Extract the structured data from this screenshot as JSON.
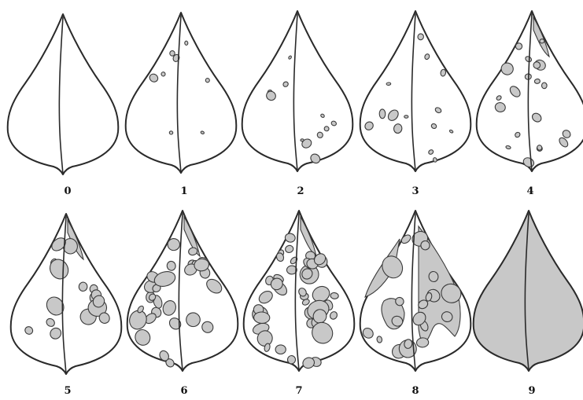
{
  "figure": {
    "panels": [
      {
        "label": "0",
        "severity": 0
      },
      {
        "label": "1",
        "severity": 1
      },
      {
        "label": "2",
        "severity": 2
      },
      {
        "label": "3",
        "severity": 3
      },
      {
        "label": "4",
        "severity": 4
      },
      {
        "label": "5",
        "severity": 5
      },
      {
        "label": "6",
        "severity": 6
      },
      {
        "label": "7",
        "severity": 7
      },
      {
        "label": "8",
        "severity": 8
      },
      {
        "label": "9",
        "severity": 9
      }
    ],
    "colors": {
      "lesion_fill": "#c8c8c8",
      "outline": "#2a2a2a",
      "background": "#ffffff"
    }
  }
}
